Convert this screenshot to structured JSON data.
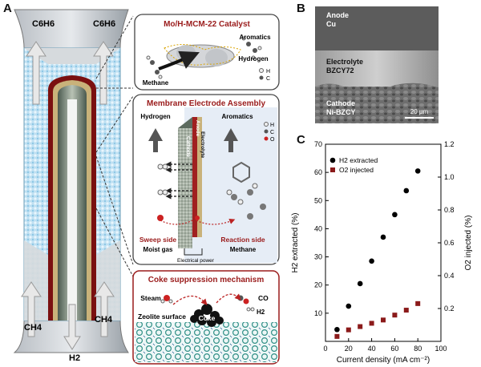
{
  "figure": {
    "panel_a": {
      "letter": "A",
      "c6h6_left": "C6H6",
      "c6h6_right": "C6H6",
      "ch4_left": "CH4",
      "ch4_right": "CH4",
      "h2_bottom": "H2",
      "catalyst_box": {
        "title": "Mo/H-MCM-22 Catalyst",
        "aromatics": "Aromatics",
        "hydrogen": "Hydrogen",
        "methane": "Methane",
        "legend_h": "H",
        "legend_c": "C"
      },
      "mea_box": {
        "title": "Membrane Electrode Assembly",
        "hydrogen": "Hydrogen",
        "aromatics": "Aromatics",
        "cathode": "Cathode",
        "anode": "Anode",
        "electrolyte": "Electrolyte",
        "sweep_side": "Sweep side",
        "reaction_side": "Reaction side",
        "moist_gas": "Moist gas",
        "methane": "Methane",
        "electrical_power": "Electrical power",
        "legend_h": "H",
        "legend_c": "C",
        "legend_o": "O"
      },
      "coke_box": {
        "title": "Coke suppression mechanism",
        "steam": "Steam",
        "co": "CO",
        "h2": "H2",
        "coke": "Coke",
        "zeolite": "Zeolite surface"
      }
    },
    "panel_b": {
      "letter": "B",
      "anode": "Anode",
      "anode_mat": "Cu",
      "electrolyte": "Electrolyte",
      "electrolyte_mat": "BZCY72",
      "cathode": "Cathode",
      "cathode_mat": "Ni-BZCY",
      "scale": "20 µm"
    },
    "panel_c": {
      "letter": "C"
    }
  },
  "chart_data": {
    "type": "scatter",
    "xlabel": "Current density (mA cm⁻²)",
    "ylabel_left": "H2 extracted (%)",
    "ylabel_right": "O2 injected (%)",
    "xlim": [
      0,
      100
    ],
    "ylim_left": [
      0,
      70
    ],
    "ylim_right": [
      0,
      1.2
    ],
    "x_ticks": [
      0,
      20,
      40,
      60,
      80,
      100
    ],
    "y_ticks_left": [
      10,
      20,
      30,
      40,
      50,
      60,
      70
    ],
    "y_ticks_right": [
      "0.2",
      "0.4",
      "0.6",
      "0.8",
      "1.0",
      "1.2"
    ],
    "legend_placement": "top-left",
    "series": [
      {
        "name": "H2 extracted",
        "axis": "left",
        "marker": "circle",
        "color": "#000000",
        "x": [
          10,
          20,
          30,
          40,
          50,
          60,
          70,
          80
        ],
        "y": [
          4.2,
          12.5,
          20.5,
          28.5,
          37,
          45,
          53.5,
          60.5
        ]
      },
      {
        "name": "O2 injected",
        "axis": "right",
        "marker": "square",
        "color": "#8b1a1a",
        "x": [
          10,
          20,
          30,
          40,
          50,
          60,
          70,
          80
        ],
        "y": [
          0.03,
          0.07,
          0.09,
          0.11,
          0.13,
          0.16,
          0.19,
          0.23
        ]
      }
    ]
  }
}
